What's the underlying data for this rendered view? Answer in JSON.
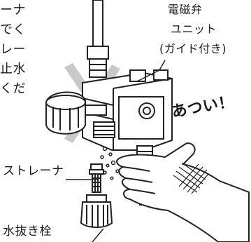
{
  "instruction_lines_right": [
    "ーナ",
    "でく",
    "レー",
    "止水",
    "くだ"
  ],
  "labels": {
    "solenoid_valve_unit": [
      "電磁弁",
      "ユニット",
      "(ガイド付き)"
    ],
    "strainer": "ストレーナ",
    "drain_plug": "水抜き栓",
    "hot_warning": "あつい！"
  }
}
